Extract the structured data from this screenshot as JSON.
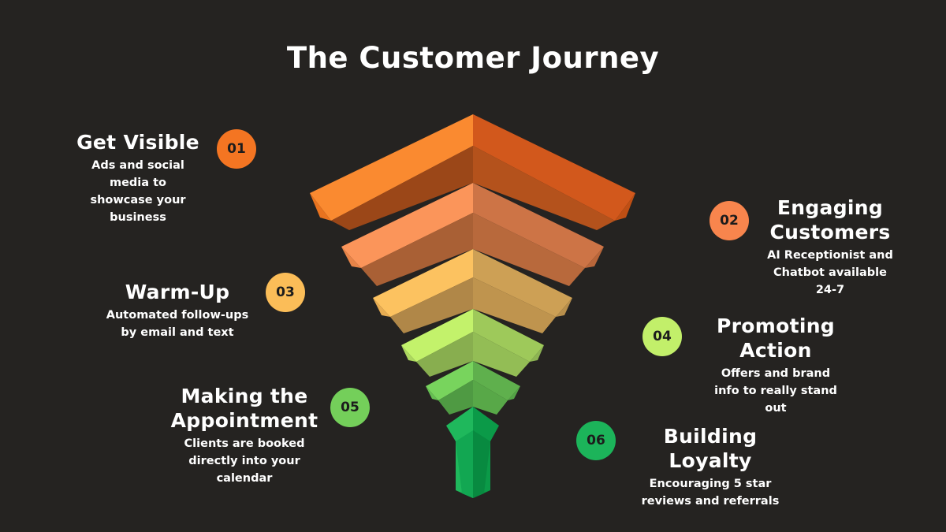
{
  "title": "The Customer Journey",
  "steps": [
    {
      "number": "01",
      "heading": "Get Visible",
      "desc": [
        "Ads and social",
        "media to",
        "showcase your",
        "business"
      ],
      "color": "#f47522",
      "text_color": "#1c1c1c"
    },
    {
      "number": "02",
      "heading": "Engaging Customers",
      "desc": [
        "AI Receptionist and",
        "Chatbot available",
        "24-7"
      ],
      "color": "#f8854d",
      "text_color": "#1c1c1c"
    },
    {
      "number": "03",
      "heading": "Warm-Up",
      "desc": [
        "Automated follow-ups",
        "by email and text"
      ],
      "color": "#fbbd58",
      "text_color": "#1c1c1c"
    },
    {
      "number": "04",
      "heading": "Promoting Action",
      "desc": [
        "Offers and brand",
        "info to really stand",
        "out"
      ],
      "color": "#c2ef6a",
      "text_color": "#1c1c1c"
    },
    {
      "number": "05",
      "heading": "Making the Appointment",
      "desc": [
        "Clients are booked",
        "directly into your",
        "calendar"
      ],
      "color": "#74cf5a",
      "text_color": "#1c1c1c"
    },
    {
      "number": "06",
      "heading": "Building Loyalty",
      "desc": [
        "Encouraging 5 star",
        "reviews and referrals"
      ],
      "color": "#1cb45a",
      "text_color": "#1c1c1c"
    }
  ]
}
